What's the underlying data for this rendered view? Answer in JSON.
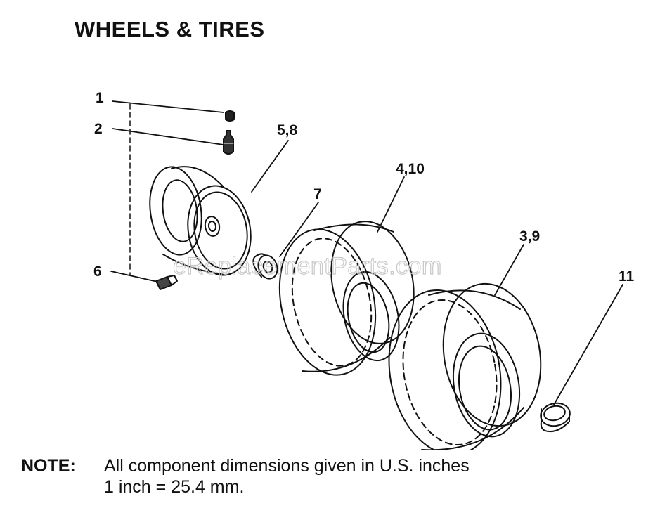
{
  "title": "WHEELS & TIRES",
  "watermark": "eReplacementParts.com",
  "callouts": [
    {
      "id": "1",
      "label": "1"
    },
    {
      "id": "2",
      "label": "2"
    },
    {
      "id": "5-8",
      "label": "5,8"
    },
    {
      "id": "4-10",
      "label": "4,10"
    },
    {
      "id": "7",
      "label": "7"
    },
    {
      "id": "3-9",
      "label": "3,9"
    },
    {
      "id": "11",
      "label": "11"
    },
    {
      "id": "6",
      "label": "6"
    }
  ],
  "note": {
    "label": "NOTE:",
    "line1": "All component dimensions given in U.S. inches",
    "line2": "1 inch = 25.4 mm."
  }
}
